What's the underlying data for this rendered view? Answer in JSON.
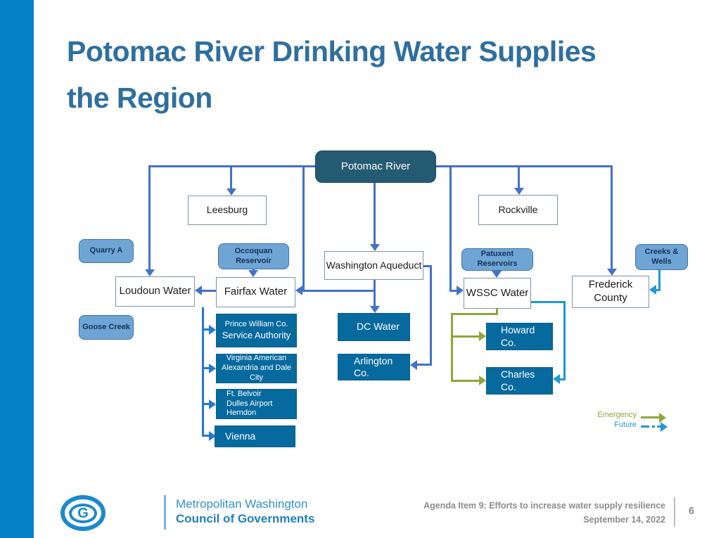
{
  "title": {
    "line1": "Potomac River Drinking Water Supplies",
    "line2": "the Region"
  },
  "nodes": {
    "potomac_river": {
      "label": "Potomac River"
    },
    "leesburg": {
      "label": "Leesburg"
    },
    "rockville": {
      "label": "Rockville"
    },
    "quarry_a": {
      "label": "Quarry A"
    },
    "occoquan_reservoir": {
      "line1": "Occoquan",
      "line2": "Reservoir"
    },
    "washington_aqueduct": {
      "label": "Washington Aqueduct"
    },
    "patuxent_reservoirs": {
      "line1": "Patuxent",
      "line2": "Reservoirs"
    },
    "creeks_wells": {
      "line1": "Creeks &",
      "line2": "Wells"
    },
    "loudoun_water": {
      "label": "Loudoun Water"
    },
    "fairfax_water": {
      "label": "Fairfax Water"
    },
    "wssc_water": {
      "label": "WSSC Water"
    },
    "frederick_county": {
      "label": "Frederick County"
    },
    "goose_creek": {
      "label": "Goose Creek"
    },
    "prince_william": {
      "line1": "Prince William Co.",
      "line2": "Service Authority"
    },
    "virginia_american": {
      "line1": "Virginia American",
      "line2": "Alexandria and Dale City"
    },
    "ft_belvoir": {
      "line1": "Ft. Belvoir",
      "line2": "Dulles Airport",
      "line3": "Herndon"
    },
    "vienna": {
      "label": "Vienna"
    },
    "dc_water": {
      "label": "DC Water"
    },
    "arlington_co": {
      "label": "Arlington Co."
    },
    "howard_co": {
      "label": "Howard Co."
    },
    "charles_co": {
      "label": "Charles Co."
    }
  },
  "diagram_edges": [
    {
      "from": "Potomac River",
      "to": "Leesburg",
      "type": "supply"
    },
    {
      "from": "Potomac River",
      "to": "Loudoun Water",
      "type": "supply"
    },
    {
      "from": "Potomac River",
      "to": "Fairfax Water",
      "type": "supply"
    },
    {
      "from": "Potomac River",
      "to": "Washington Aqueduct",
      "type": "supply"
    },
    {
      "from": "Potomac River",
      "to": "WSSC Water",
      "type": "supply"
    },
    {
      "from": "Potomac River",
      "to": "Rockville",
      "type": "supply"
    },
    {
      "from": "Potomac River",
      "to": "Frederick County",
      "type": "supply"
    },
    {
      "from": "Occoquan Reservoir",
      "to": "Fairfax Water",
      "type": "supply"
    },
    {
      "from": "Patuxent Reservoirs",
      "to": "WSSC Water",
      "type": "supply"
    },
    {
      "from": "Creeks & Wells",
      "to": "Frederick County",
      "type": "supply"
    },
    {
      "from": "Fairfax Water",
      "to": "Loudoun Water",
      "type": "supply"
    },
    {
      "from": "Fairfax Water",
      "to": "Prince William Co. Service Authority",
      "type": "supply"
    },
    {
      "from": "Fairfax Water",
      "to": "Virginia American Alexandria and Dale City",
      "type": "supply"
    },
    {
      "from": "Fairfax Water",
      "to": "Ft. Belvoir Dulles Airport Herndon",
      "type": "supply"
    },
    {
      "from": "Fairfax Water",
      "to": "Vienna",
      "type": "supply"
    },
    {
      "from": "Washington Aqueduct",
      "to": "DC Water",
      "type": "supply"
    },
    {
      "from": "Washington Aqueduct",
      "to": "Arlington Co.",
      "type": "supply"
    },
    {
      "from": "WSSC Water",
      "to": "Howard Co.",
      "type": "emergency"
    },
    {
      "from": "WSSC Water",
      "to": "Charles Co.",
      "type": "emergency"
    },
    {
      "from": "WSSC Water",
      "to": "Charles Co.",
      "type": "future"
    }
  ],
  "legend": {
    "emergency": "Emergency",
    "future": "Future"
  },
  "colors": {
    "sidebar": "#0583c8",
    "title": "#2f6f9f",
    "main_line": "#4472c4",
    "branch_line": "#2277d4",
    "future_line": "#2196d6",
    "emergency_line": "#8fa63a",
    "dark_box": "#076a9e",
    "reservoir_box": "#6fa5d4",
    "potomac_box": "#255a73"
  },
  "footer": {
    "logo_letter": "G",
    "org_line1": "Metropolitan Washington",
    "org_line2": "Council of Governments",
    "agenda": "Agenda Item 9: Efforts to increase water supply resilience",
    "date": "September 14, 2022",
    "page": "6"
  }
}
